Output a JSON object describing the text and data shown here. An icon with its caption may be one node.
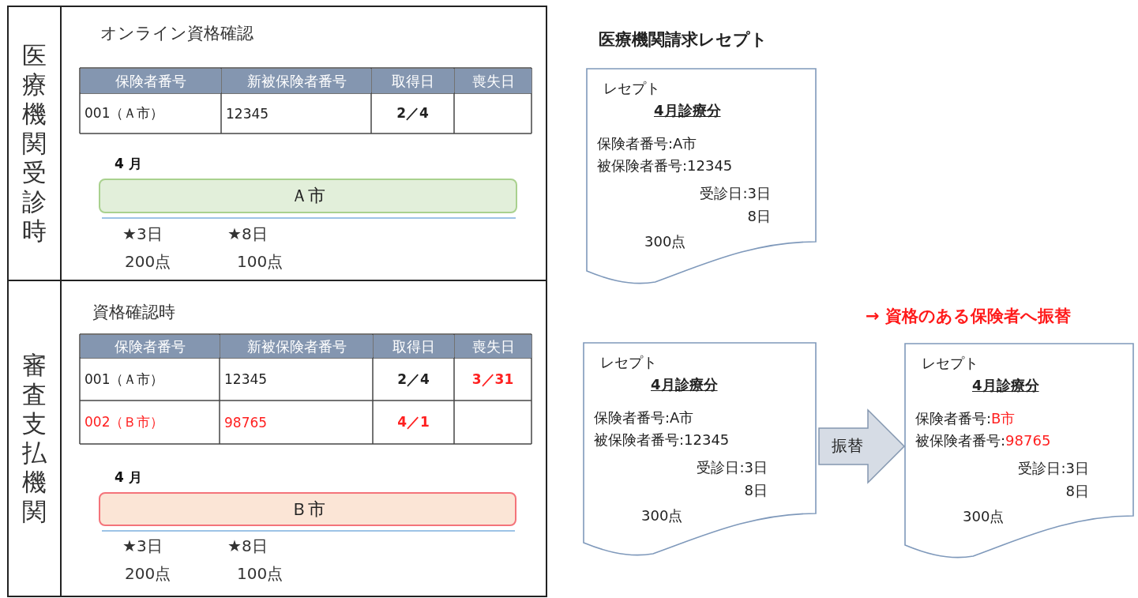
{
  "diagram": {
    "nodes": [
      {
        "text": [
          "医療機関受診時"
        ]
      },
      {
        "text": [
          "オンライン資格確認"
        ]
      },
      {
        "text": [
          "Ａ市"
        ],
        "in": 1,
        "beside": [
          "4 月"
        ]
      },
      {
        "text": [
          "審査支払機関"
        ]
      },
      {
        "text": [
          "資格確認時"
        ]
      },
      {
        "text": [
          "Ｂ市"
        ],
        "in": 4,
        "beside": [
          "4 月"
        ]
      },
      {
        "text": [
          "レセプト",
          "4月診療分",
          "保険者番号:A市",
          "被保険者番号:12345",
          "受診日:3日 8日",
          "300点"
        ]
      },
      {
        "text": [
          "レセプト",
          "4月診療分",
          "保険者番号:A市",
          "被保険者番号:12345",
          "受診日:3日 8日",
          "300点"
        ]
      },
      {
        "text": [
          "レセプト",
          "4月診療分",
          "保険者番号:B市",
          "被保険者番号:98765",
          "受診日:3日 8日",
          "300点"
        ]
      }
    ],
    "edges": [
      {
        "from": 7,
        "to": 8,
        "arrow": "to",
        "label": "振替"
      }
    ],
    "labels": [
      "保険者番号",
      "新被保険者番号",
      "取得日",
      "喪失日",
      "001（Ａ市）",
      "12345",
      "2／4",
      "★3日",
      "★8日",
      "200点",
      "100点",
      "保険者番号",
      "新被保険者番号",
      "取得日",
      "喪失日",
      "001（Ａ市）",
      "12345",
      "2／4",
      "3／31",
      "002（Ｂ市）",
      "98765",
      "4／1",
      "★3日",
      "★8日",
      "200点",
      "100点",
      "医療機関請求レセプト",
      "→ 資格のある保険者へ振替"
    ]
  }
}
